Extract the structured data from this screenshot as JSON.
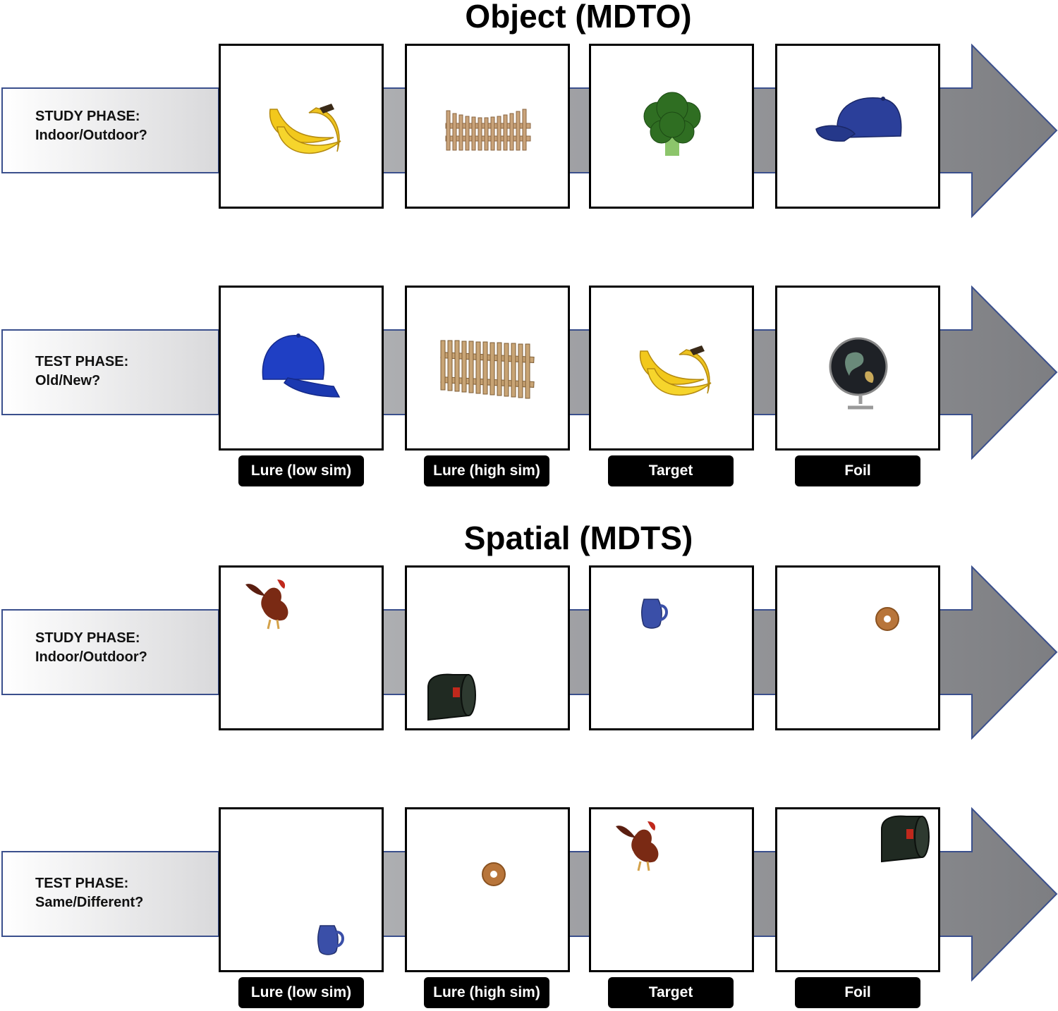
{
  "sections": [
    {
      "title": "Object (MDTO)",
      "rows": [
        {
          "phase": "STUDY PHASE:",
          "question": "Indoor/Outdoor?",
          "panels": [
            {
              "item": "banana"
            },
            {
              "item": "fence"
            },
            {
              "item": "broccoli"
            },
            {
              "item": "cap"
            }
          ]
        },
        {
          "phase": "TEST PHASE:",
          "question": "Old/New?",
          "panels": [
            {
              "item": "cap"
            },
            {
              "item": "fence"
            },
            {
              "item": "banana"
            },
            {
              "item": "globe"
            }
          ],
          "labels": [
            "Lure (low sim)",
            "Lure (high sim)",
            "Target",
            "Foil"
          ]
        }
      ]
    },
    {
      "title": "Spatial (MDTS)",
      "rows": [
        {
          "phase": "STUDY PHASE:",
          "question": "Indoor/Outdoor?",
          "panels": [
            {
              "item": "rooster"
            },
            {
              "item": "mailbox"
            },
            {
              "item": "pitcher"
            },
            {
              "item": "bagel"
            }
          ]
        },
        {
          "phase": "TEST PHASE:",
          "question": "Same/Different?",
          "panels": [
            {
              "item": "pitcher"
            },
            {
              "item": "bagel"
            },
            {
              "item": "rooster"
            },
            {
              "item": "mailbox"
            }
          ],
          "labels": [
            "Lure (low sim)",
            "Lure (high sim)",
            "Target",
            "Foil"
          ]
        }
      ]
    }
  ],
  "colors": {
    "arrow_fill": "#8a8a8c",
    "arrow_stroke": "#3a4f8c",
    "label_box_stroke": "#3a4f8c",
    "tag_bg": "#000000"
  }
}
